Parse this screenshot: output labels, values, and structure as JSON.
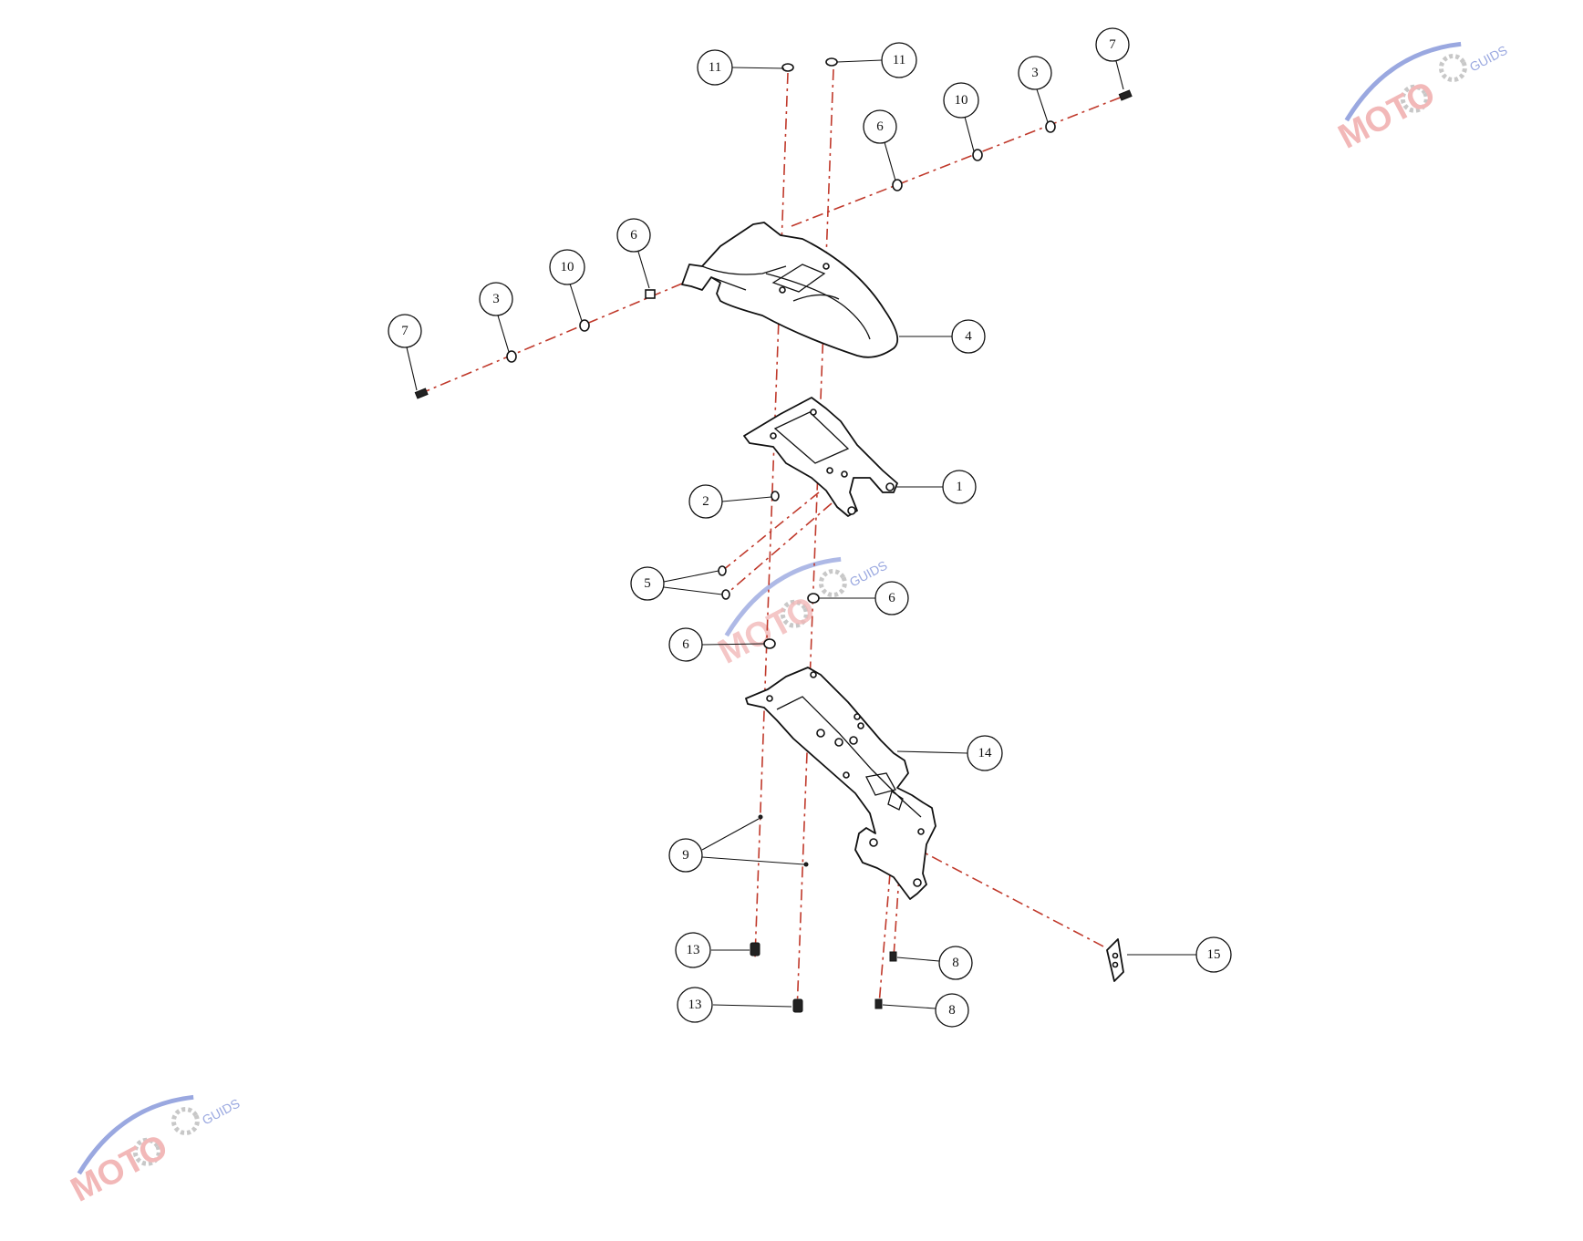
{
  "diagram": {
    "callouts": [
      {
        "id": "c-11a",
        "label": "11"
      },
      {
        "id": "c-11b",
        "label": "11"
      },
      {
        "id": "c-7a",
        "label": "7"
      },
      {
        "id": "c-3a",
        "label": "3"
      },
      {
        "id": "c-10a",
        "label": "10"
      },
      {
        "id": "c-6a",
        "label": "6"
      },
      {
        "id": "c-6b",
        "label": "6"
      },
      {
        "id": "c-10b",
        "label": "10"
      },
      {
        "id": "c-3b",
        "label": "3"
      },
      {
        "id": "c-7b",
        "label": "7"
      },
      {
        "id": "c-4",
        "label": "4"
      },
      {
        "id": "c-1",
        "label": "1"
      },
      {
        "id": "c-2",
        "label": "2"
      },
      {
        "id": "c-5",
        "label": "5"
      },
      {
        "id": "c-6c",
        "label": "6"
      },
      {
        "id": "c-6d",
        "label": "6"
      },
      {
        "id": "c-14",
        "label": "14"
      },
      {
        "id": "c-9",
        "label": "9"
      },
      {
        "id": "c-13a",
        "label": "13"
      },
      {
        "id": "c-13b",
        "label": "13"
      },
      {
        "id": "c-8a",
        "label": "8"
      },
      {
        "id": "c-8b",
        "label": "8"
      },
      {
        "id": "c-15",
        "label": "15"
      }
    ]
  },
  "watermark": {
    "brand": "MOTO",
    "sub": "GUIDS",
    "colors": {
      "brand": "#f2b8b8",
      "swoosh": "#9aa8e0",
      "gear": "#c8c8c8"
    }
  },
  "colors": {
    "axis": "#c0392b",
    "line": "#111111"
  }
}
